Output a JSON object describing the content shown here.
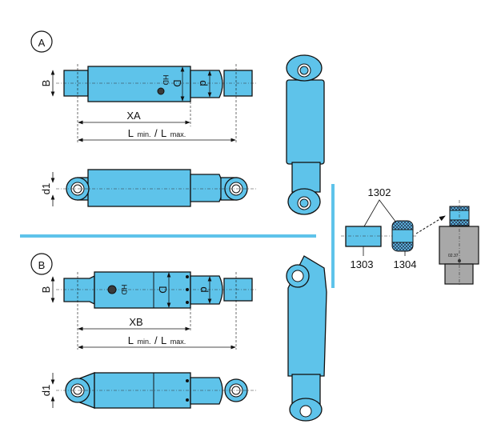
{
  "variant_a": {
    "badge": "A",
    "dim_b": "B",
    "dim_D": "D",
    "dim_d": "d",
    "dim_d1": "d1",
    "mark": "HD",
    "dim_x": "XA",
    "dim_l": "L",
    "min": "min.",
    "slash": "/",
    "l2": "L",
    "max": "max."
  },
  "variant_b": {
    "badge": "B",
    "dim_b": "B",
    "dim_D": "D",
    "dim_d": "d",
    "dim_d1": "d1",
    "mark": "HD",
    "dim_x": "XB",
    "dim_l": "L",
    "min": "min.",
    "slash": "/",
    "l2": "L",
    "max": "max."
  },
  "parts": {
    "group": "1302",
    "bushing": "1303",
    "rubber": "1304",
    "code": "02.37"
  },
  "colors": {
    "part_blue": "#5ec3ea",
    "separator": "#5ec3ea",
    "grey": "#a8a8a8"
  }
}
